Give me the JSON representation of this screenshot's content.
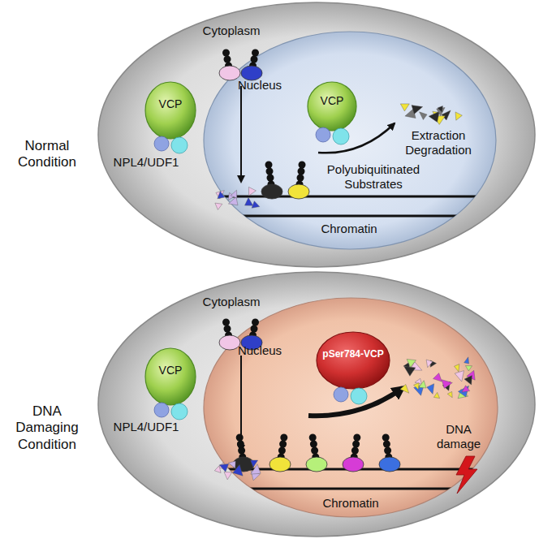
{
  "diagram": {
    "nodes": [
      {
        "text": [
          "Cytoplasm"
        ]
      },
      {
        "text": [
          "Nucleus"
        ],
        "in": 0
      },
      {
        "text": [
          "VCP"
        ],
        "in": 0
      },
      {
        "text": [
          "VCP"
        ],
        "in": 1
      },
      {
        "text": [
          "Cytoplasm"
        ]
      },
      {
        "text": [
          "Nucleus"
        ],
        "in": 4
      },
      {
        "text": [
          "VCP"
        ],
        "in": 4
      },
      {
        "text": [
          "pSer784-VCP"
        ],
        "in": 5
      }
    ],
    "labels": [
      "Normal Condition",
      "NPL4/UDF1",
      "Extraction Degradation",
      "Polyubiquitinated Substrates",
      "Chromatin",
      "DNA Damaging Condition",
      "NPL4/UDF1",
      "DNA damage",
      "Chromatin"
    ]
  }
}
